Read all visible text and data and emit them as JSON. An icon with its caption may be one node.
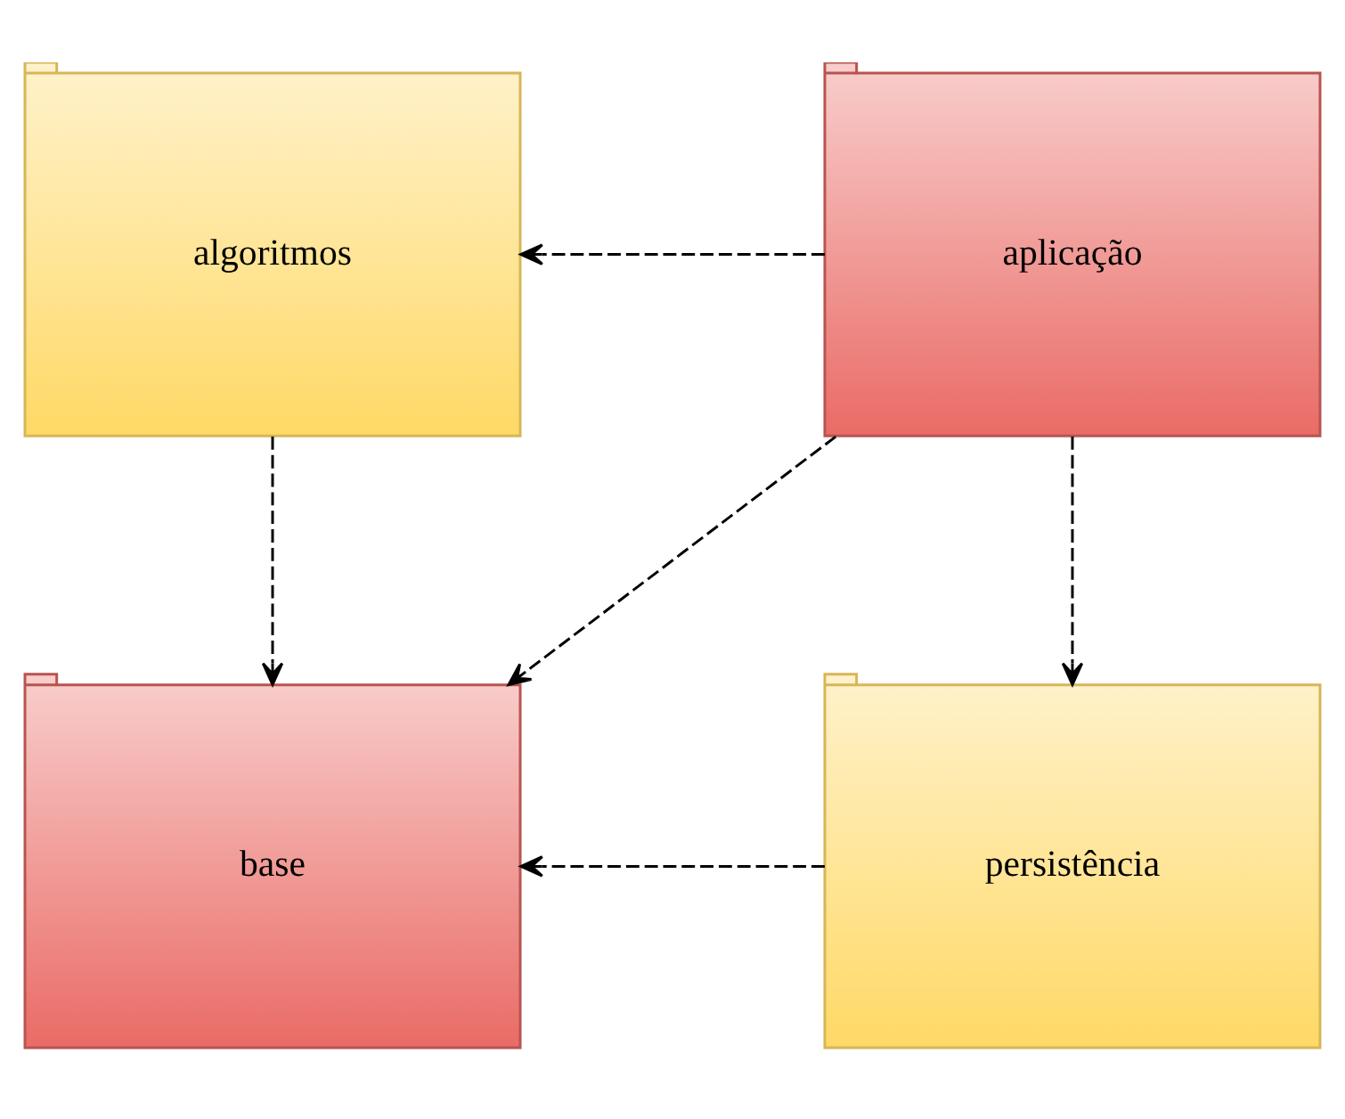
{
  "diagram": {
    "nodes": [
      {
        "text": [
          "base"
        ]
      },
      {
        "text": [
          "persistência"
        ]
      },
      {
        "text": [
          "algoritmos"
        ]
      },
      {
        "text": [
          "aplicação"
        ]
      }
    ],
    "edges": [
      {
        "from": 1,
        "to": 0,
        "arrow": "to",
        "style": "dashed"
      },
      {
        "from": 2,
        "to": 0,
        "arrow": "to",
        "style": "dashed"
      },
      {
        "from": 3,
        "to": 0,
        "arrow": "to",
        "style": "dashed"
      },
      {
        "from": 3,
        "to": 1,
        "arrow": "to",
        "style": "dashed"
      },
      {
        "from": 3,
        "to": 2,
        "arrow": "to",
        "style": "dashed"
      }
    ]
  }
}
